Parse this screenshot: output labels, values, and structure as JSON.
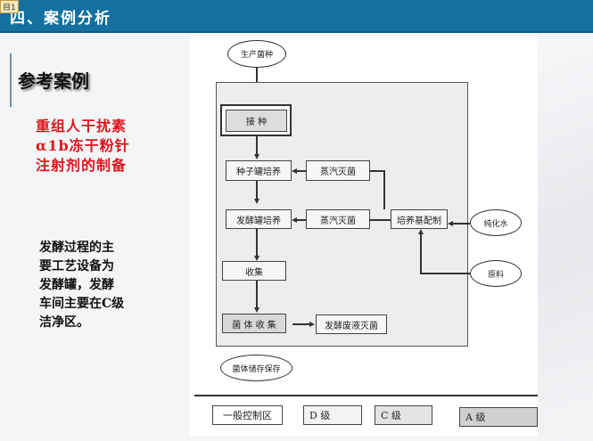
{
  "tag": "目1",
  "header": {
    "title": "四、案例分析"
  },
  "section": {
    "title": "参考案例"
  },
  "case_title": [
    "重组人干扰素",
    "α1b冻干粉针",
    "注射剂的制备"
  ],
  "description": [
    "发酵过程的主",
    "要工艺设备为",
    "发酵罐，发酵",
    "车间主要在C级",
    "洁净区。"
  ],
  "diagram": {
    "start": "生产菌种",
    "inoculation": "接  种",
    "seed_culture": "种子罐培养",
    "steam_1": "蒸汽灭菌",
    "ferment_culture": "发酵罐培养",
    "steam_2": "蒸汽灭菌",
    "medium": "培养基配制",
    "water": "纯化水",
    "raw": "原料",
    "collect": "收集",
    "cell_collect": "菌 体 收 集",
    "waste": "发酵废液灭菌",
    "storage": "菌体储存保存",
    "legend": [
      "一般控制区",
      "D 级",
      "C 级",
      "A 级"
    ]
  }
}
